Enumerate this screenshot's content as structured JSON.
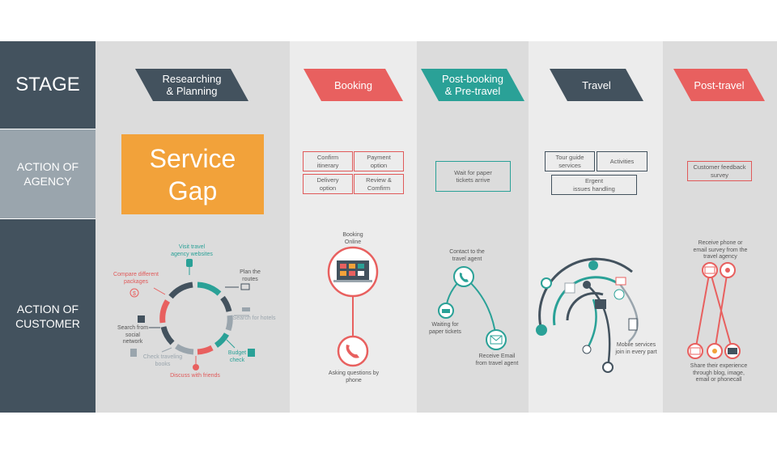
{
  "rows": {
    "stage": "STAGE",
    "agency": "ACTION OF\nAGENCY",
    "customer": "ACTION OF\nCUSTOMER"
  },
  "stages": [
    {
      "label": "Researching\n& Planning",
      "color": "#43525e"
    },
    {
      "label": "Booking",
      "color": "#e8605f"
    },
    {
      "label": "Post-booking\n& Pre-travel",
      "color": "#2aa197"
    },
    {
      "label": "Travel",
      "color": "#43525e"
    },
    {
      "label": "Post-travel",
      "color": "#e8605f"
    }
  ],
  "service_gap": "Service\nGap",
  "agency_actions": {
    "booking": [
      "Confirm\nitinerary",
      "Payment\noption",
      "Delivery\noption",
      "Review &\nComfirm"
    ],
    "postbooking": [
      "Wait for paper\ntickets arrive"
    ],
    "travel": [
      "Tour guide\nservices",
      "Activities",
      "Ergent\nissues handling"
    ],
    "posttravel": [
      "Customer feedback\nsurvey"
    ]
  },
  "customer_actions": {
    "research": {
      "visit": "Visit travel\nagency websites",
      "plan": "Plan the\nroutes",
      "hotels": "Search for hotels",
      "budget": "Budget\ncheck",
      "friends": "Discuss with friends",
      "books": "Check traveling\nbooks",
      "social": "Search from\nsocial\nnetwork",
      "compare": "Compare different\npackages"
    },
    "booking": {
      "online": "Booking\nOnline",
      "phone": "Asking questions by\nphone"
    },
    "postbooking": {
      "contact": "Contact to the\ntravel agent",
      "waiting": "Waiting for\npaper tickets",
      "email": "Receive Email\nfrom travel agent"
    },
    "travel": {
      "mobile": "Mobile services\njoin in every part"
    },
    "posttravel": {
      "receive": "Receive phone or\nemail survey from the\ntravel agency",
      "share": "Share their experience\nthrough blog, image,\nemail or phonecall"
    }
  },
  "colors": {
    "dark": "#43525e",
    "red": "#e8605f",
    "teal": "#2aa197",
    "orange": "#f2a23a",
    "grey": "#9aa5ad"
  }
}
